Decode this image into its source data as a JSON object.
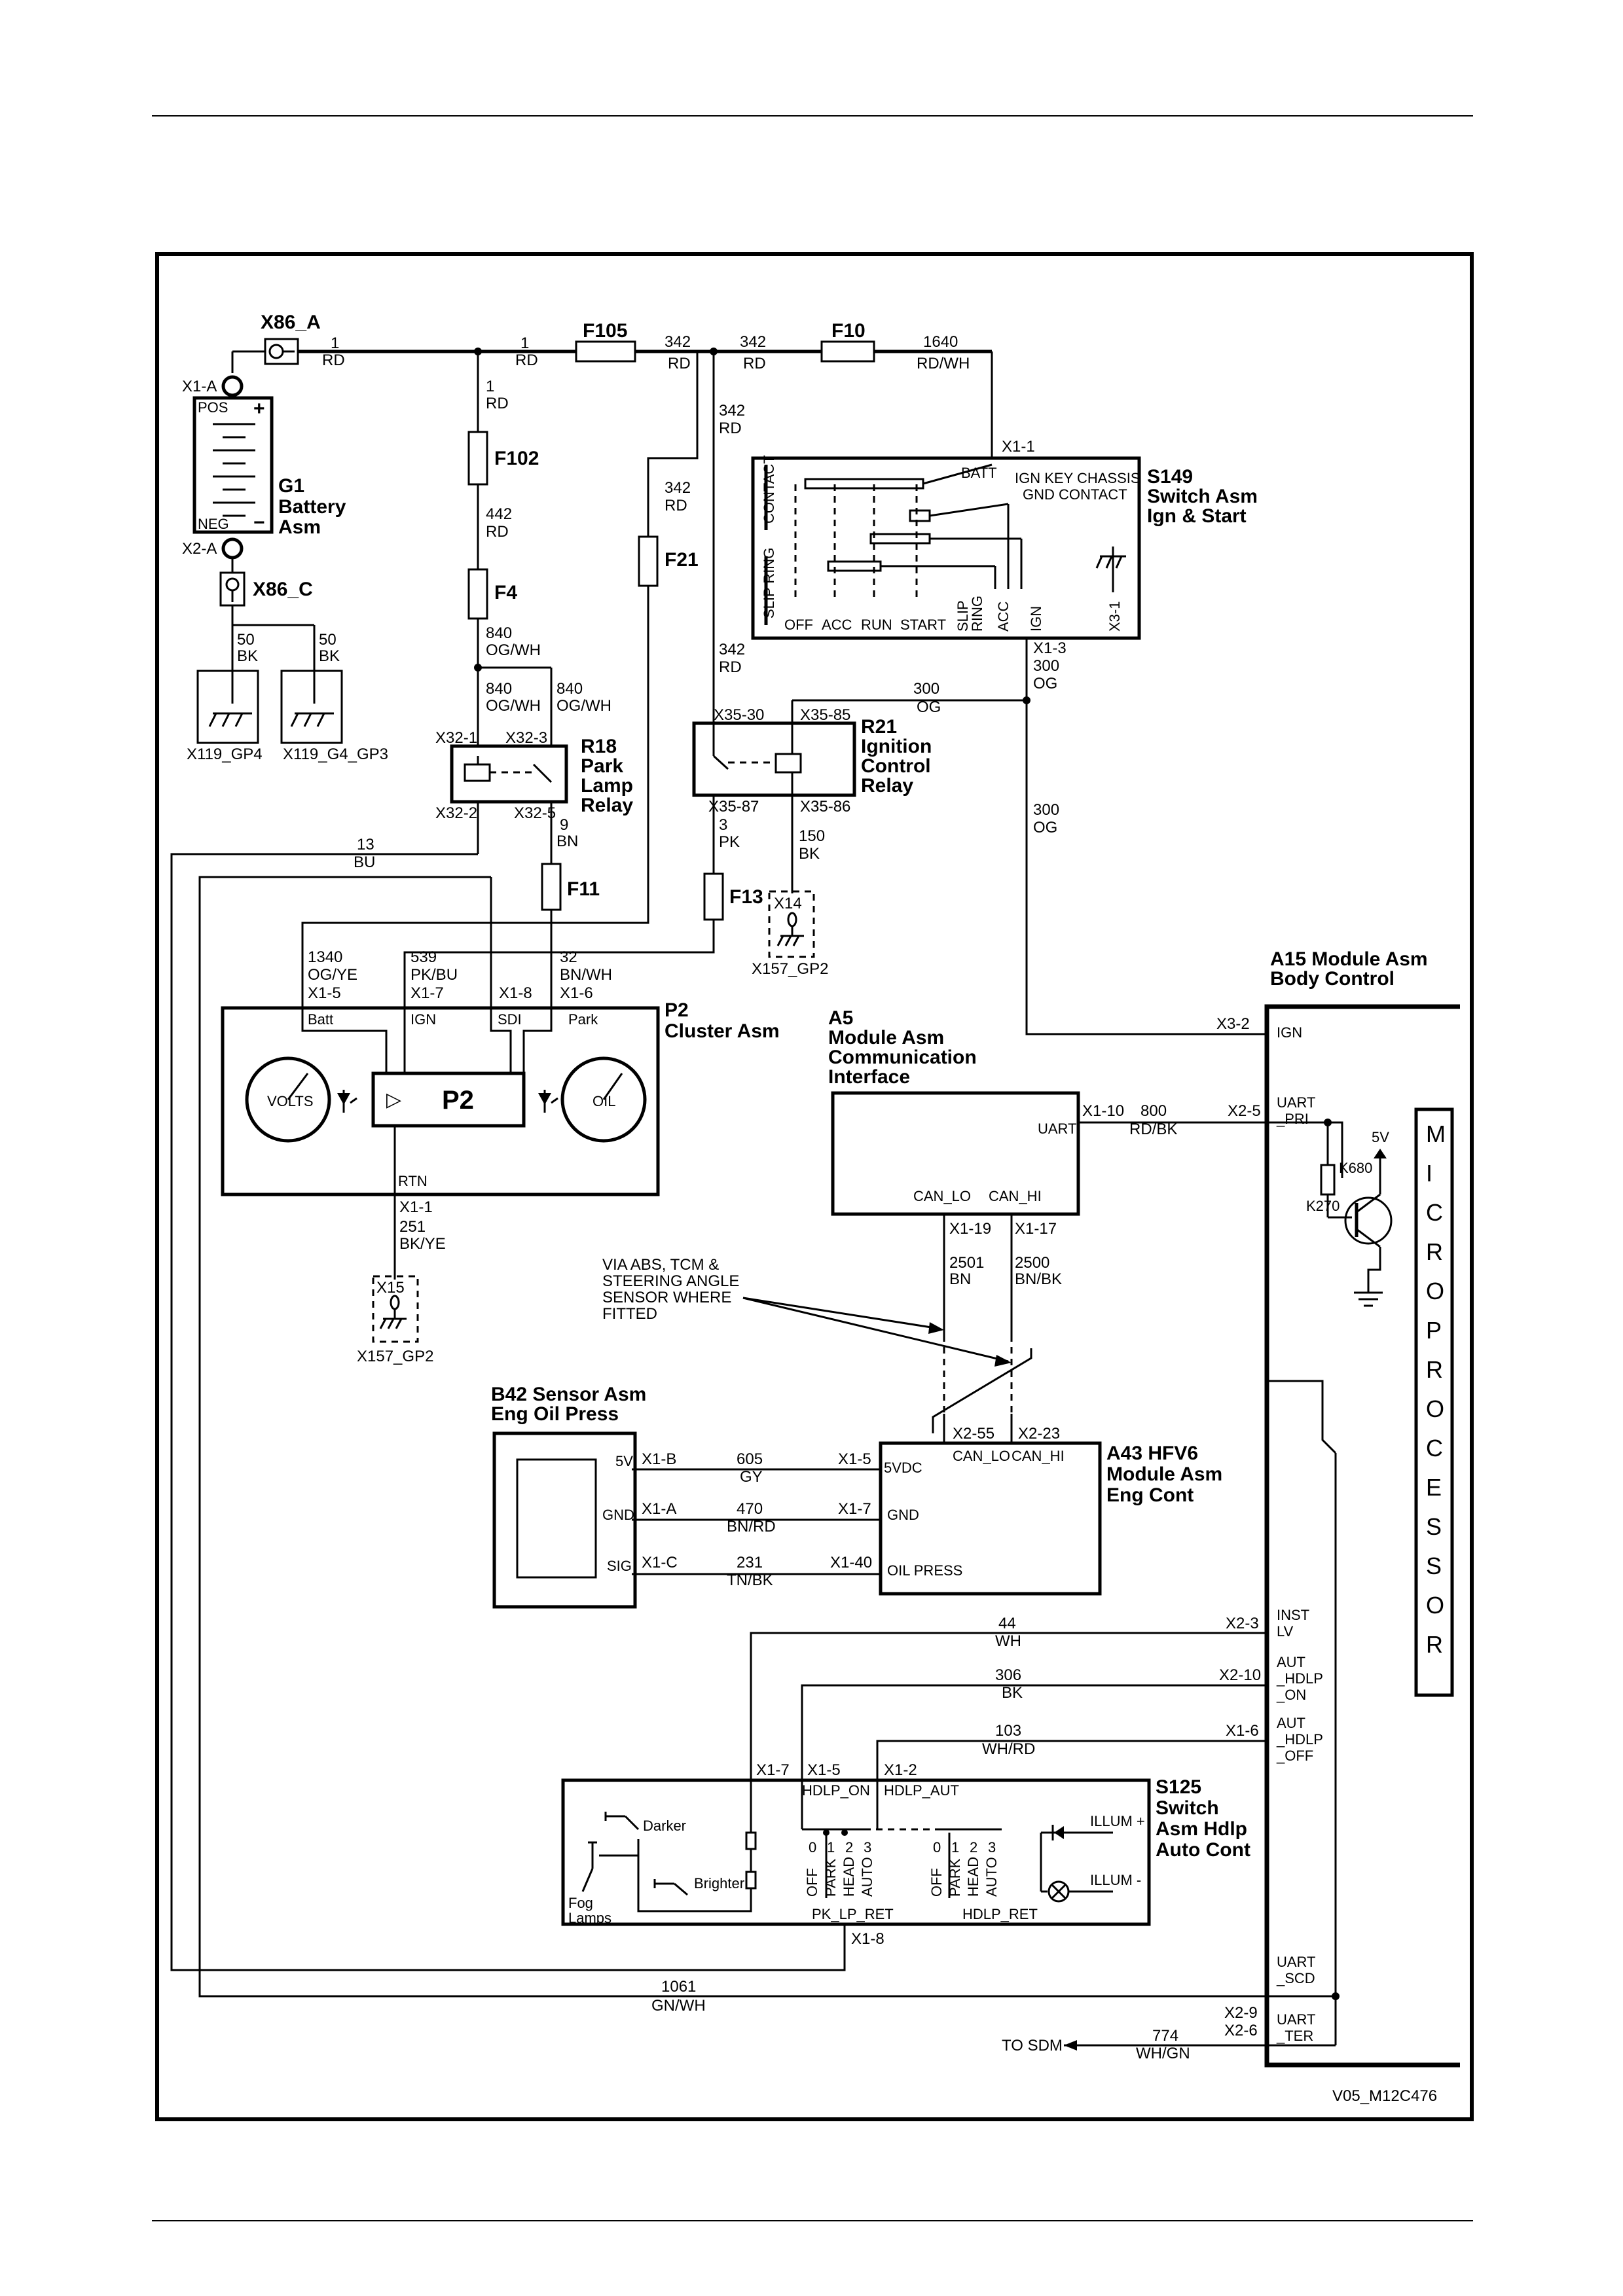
{
  "diagram_id": "V05_M12C476",
  "wires": {
    "w1a": {
      "num": "1",
      "color": "RD"
    },
    "w1b": {
      "num": "1",
      "color": "RD"
    },
    "w1c": {
      "num": "1",
      "color": "RD"
    },
    "w342a": {
      "num": "342",
      "color": "RD"
    },
    "w342b": {
      "num": "342",
      "color": "RD"
    },
    "w342c": {
      "num": "342",
      "color": "RD"
    },
    "w342d": {
      "num": "342",
      "color": "RD"
    },
    "w342e": {
      "num": "342",
      "color": "RD"
    },
    "w1640": {
      "num": "1640",
      "color": "RD/WH"
    },
    "w442": {
      "num": "442",
      "color": "RD"
    },
    "w840a": {
      "num": "840",
      "color": "OG/WH"
    },
    "w840b": {
      "num": "840",
      "color": "OG/WH"
    },
    "w840c": {
      "num": "840",
      "color": "OG/WH"
    },
    "w50a": {
      "num": "50",
      "color": "BK"
    },
    "w50b": {
      "num": "50",
      "color": "BK"
    },
    "w300a": {
      "num": "300",
      "color": "OG"
    },
    "w300b": {
      "num": "300",
      "color": "OG"
    },
    "w300c": {
      "num": "300",
      "color": "OG"
    },
    "w13": {
      "num": "13",
      "color": "BU"
    },
    "w9": {
      "num": "9",
      "color": "BN"
    },
    "w3": {
      "num": "3",
      "color": "PK"
    },
    "w150": {
      "num": "150",
      "color": "BK"
    },
    "w1340": {
      "num": "1340",
      "color": "OG/YE"
    },
    "w539": {
      "num": "539",
      "color": "PK/BU"
    },
    "w32": {
      "num": "32",
      "color": "BN/WH"
    },
    "w251": {
      "num": "251",
      "color": "BK/YE"
    },
    "w800": {
      "num": "800",
      "color": "RD/BK"
    },
    "w2501": {
      "num": "2501",
      "color": "BN"
    },
    "w2500": {
      "num": "2500",
      "color": "BN/BK"
    },
    "w605": {
      "num": "605",
      "color": "GY"
    },
    "w470": {
      "num": "470",
      "color": "BN/RD"
    },
    "w231": {
      "num": "231",
      "color": "TN/BK"
    },
    "w44": {
      "num": "44",
      "color": "WH"
    },
    "w306": {
      "num": "306",
      "color": "BK"
    },
    "w103": {
      "num": "103",
      "color": "WH/RD"
    },
    "w1061": {
      "num": "1061",
      "color": "GN/WH"
    },
    "w774": {
      "num": "774",
      "color": "WH/GN"
    }
  },
  "fuses": {
    "f105": "F105",
    "f10": "F10",
    "f102": "F102",
    "f4": "F4",
    "f21": "F21",
    "f11": "F11",
    "f13": "F13"
  },
  "connectors": {
    "x86a": "X86_A",
    "x86c": "X86_C",
    "x1a": "X1-A",
    "x2a": "X2-A",
    "x119gp4": "X119_GP4",
    "x119g4gp3": "X119_G4_GP3",
    "x1_1": "X1-1",
    "x1_3": "X1-3",
    "x3_1": "X3-1",
    "x32_1": "X32-1",
    "x32_3": "X32-3",
    "x32_2": "X32-2",
    "x32_5": "X32-5",
    "x35_30": "X35-30",
    "x35_85": "X35-85",
    "x35_87": "X35-87",
    "x35_86": "X35-86",
    "x14": "X14",
    "x157gp2a": "X157_GP2",
    "x15": "X15",
    "x157gp2b": "X157_GP2",
    "p2_x15": "X1-5",
    "p2_x17": "X1-7",
    "p2_x18": "X1-8",
    "p2_x16": "X1-6",
    "p2_x11": "X1-1",
    "a5_x110": "X1-10",
    "a5_x119": "X1-19",
    "a5_x117": "X1-17",
    "a15_x32": "X3-2",
    "a15_x25": "X2-5",
    "a15_x23": "X2-3",
    "a15_x210": "X2-10",
    "a15_x16": "X1-6",
    "a15_x29": "X2-9",
    "a15_x26": "X2-6",
    "b42_x1b": "X1-B",
    "b42_x1a": "X1-A",
    "b42_x1c": "X1-C",
    "a43_x15": "X1-5",
    "a43_x17": "X1-7",
    "a43_x140": "X1-40",
    "a43_x255": "X2-55",
    "a43_x223": "X2-23",
    "s125_x17": "X1-7",
    "s125_x15": "X1-5",
    "s125_x12": "X1-2",
    "s125_x18": "X1-8"
  },
  "components": {
    "g1": {
      "id": "G1",
      "l1": "Battery",
      "l2": "Asm",
      "pos": "POS",
      "neg": "NEG",
      "plus": "+",
      "minus": "−"
    },
    "s149": {
      "id": "S149",
      "l1": "Switch Asm",
      "l2": "Ign & Start",
      "batt": "BATT",
      "chassis1": "IGN KEY CHASSIS",
      "chassis2": "GND CONTACT",
      "contact": "CONTACT",
      "slipring": "SLIP RING",
      "off": "OFF",
      "acc": "ACC",
      "run": "RUN",
      "start": "START",
      "slipring2a": "SLIP",
      "slipring2b": "RING",
      "acc2": "ACC",
      "ign": "IGN",
      "x31": "X3-1"
    },
    "r18": {
      "id": "R18",
      "l1": "Park",
      "l2": "Lamp",
      "l3": "Relay"
    },
    "r21": {
      "id": "R21",
      "l1": "Ignition",
      "l2": "Control",
      "l3": "Relay"
    },
    "p2": {
      "id": "P2",
      "l1": "Cluster Asm",
      "batt": "Batt",
      "ign": "IGN",
      "sdi": "SDI",
      "park": "Park",
      "rtn": "RTN",
      "volts": "VOLTS",
      "oil": "OIL",
      "inner": "P2"
    },
    "a15": {
      "l1": "A15 Module Asm",
      "l2": "Body Control",
      "ign": "IGN",
      "uart_pri1": "UART",
      "uart_pri2": "_PRI",
      "inst1": "INST",
      "inst2": "LV",
      "aut_on1": "AUT",
      "aut_on2": "_HDLP",
      "aut_on3": "_ON",
      "aut_off1": "AUT",
      "aut_off2": "_HDLP",
      "aut_off3": "_OFF",
      "uart_scd1": "UART",
      "uart_scd2": "_SCD",
      "uart_ter1": "UART",
      "uart_ter2": "_TER",
      "k680": "K680",
      "k270": "K270",
      "v5": "5V",
      "micro": [
        "M",
        "I",
        "C",
        "R",
        "O",
        "P",
        "R",
        "O",
        "C",
        "E",
        "S",
        "S",
        "O",
        "R"
      ]
    },
    "a5": {
      "l1": "A5",
      "l2": "Module Asm",
      "l3": "Communication",
      "l4": "Interface",
      "uart": "UART",
      "can_lo": "CAN_LO",
      "can_hi": "CAN_HI"
    },
    "b42": {
      "l1": "B42 Sensor Asm",
      "l2": "Eng Oil Press",
      "p5v": "5V",
      "gnd": "GND",
      "sig": "SIG"
    },
    "a43": {
      "l1": "A43 HFV6",
      "l2": "Module Asm",
      "l3": "Eng Cont",
      "p5vdc": "5VDC",
      "gnd": "GND",
      "oilpress": "OIL PRESS",
      "can_lo": "CAN_LO",
      "can_hi": "CAN_HI"
    },
    "s125": {
      "l1": "S125",
      "l2": "Switch",
      "l3": "Asm Hdlp",
      "l4": "Auto Cont",
      "hdlp_on": "HDLP_ON",
      "hdlp_aut": "HDLP_AUT",
      "darker": "Darker",
      "brighter": "Brighter",
      "fog1": "Fog",
      "fog2": "Lamps",
      "pk_lp_ret": "PK_LP_RET",
      "hdlp_ret": "HDLP_RET",
      "illum_p": "ILLUM +",
      "illum_m": "ILLUM -",
      "sw1": [
        {
          "n": "0",
          "t": "OFF"
        },
        {
          "n": "1",
          "t": "PARK"
        },
        {
          "n": "2",
          "t": "HEAD"
        },
        {
          "n": "3",
          "t": "AUTO"
        }
      ],
      "sw2": [
        {
          "n": "0",
          "t": "OFF"
        },
        {
          "n": "1",
          "t": "PARK"
        },
        {
          "n": "2",
          "t": "HEAD"
        },
        {
          "n": "3",
          "t": "AUTO"
        }
      ]
    }
  },
  "notes": {
    "via1": "VIA ABS, TCM &",
    "via2": "STEERING ANGLE",
    "via3": "SENSOR WHERE",
    "via4": "FITTED",
    "to_sdm": "TO SDM"
  }
}
